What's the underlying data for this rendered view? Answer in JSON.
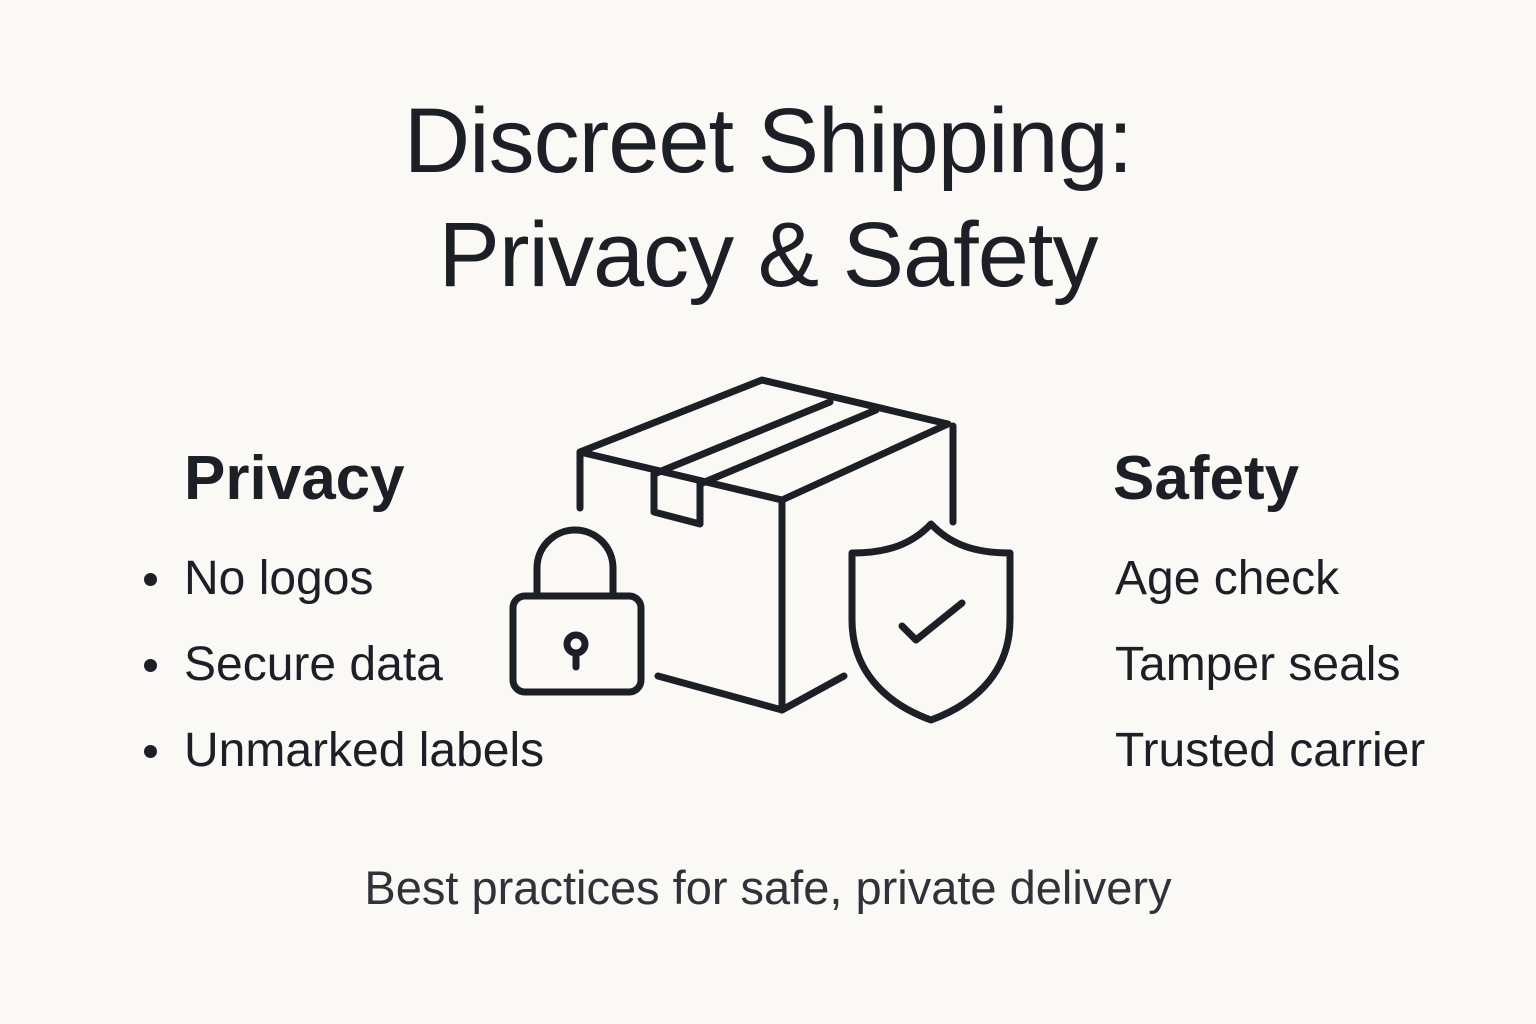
{
  "title": {
    "line1": "Discreet Shipping:",
    "line2": "Privacy & Safety"
  },
  "privacy": {
    "heading": "Privacy",
    "items": [
      "No logos",
      "Secure data",
      "Unmarked labels"
    ]
  },
  "safety": {
    "heading": "Safety",
    "items": [
      "Age check",
      "Tamper seals",
      "Trusted carrier"
    ]
  },
  "illustration": {
    "icons": [
      "package-box-icon",
      "padlock-icon",
      "shield-check-icon"
    ],
    "stroke_color": "#1d1f27"
  },
  "tagline": "Best practices for safe, private delivery",
  "colors": {
    "background": "#faf9f6",
    "text": "#1d1f27",
    "tagline": "#30323a"
  }
}
